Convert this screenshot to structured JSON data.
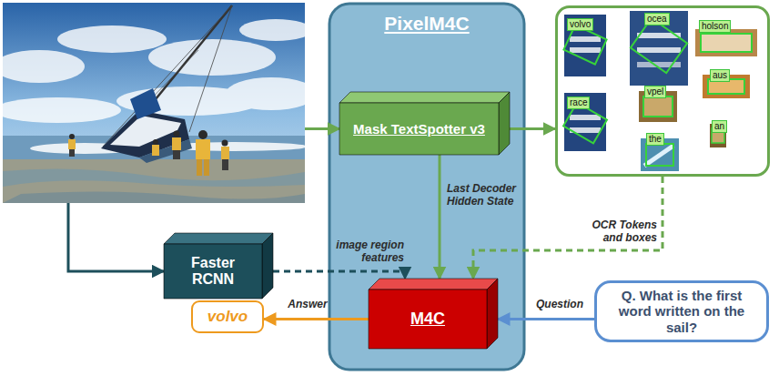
{
  "diagram": {
    "nodes": [
      {
        "text": []
      },
      {
        "text": [
          "PixelM4C"
        ]
      },
      {
        "text": [
          "Mask TextSpotter v3"
        ],
        "in": 1
      },
      {
        "text": [
          "volvo",
          "ocea",
          "holson",
          "aus",
          "race",
          "vpel",
          "the",
          "an"
        ]
      },
      {
        "text": [
          "Faster RCNN"
        ]
      },
      {
        "text": [
          "M4C"
        ],
        "in": 1
      },
      {
        "text": [
          "volvo"
        ]
      },
      {
        "text": [
          "Q. What is the first word written on the sail?"
        ]
      }
    ],
    "edges": [
      {
        "from": 0,
        "to": 2,
        "arrow": "to"
      },
      {
        "from": 2,
        "to": 3,
        "arrow": "to"
      },
      {
        "from": 0,
        "to": 4,
        "arrow": "to"
      },
      {
        "from": 4,
        "to": 5,
        "label": "image region features",
        "arrow": "to"
      },
      {
        "from": 2,
        "to": 5,
        "label": "Last Decoder Hidden State",
        "arrow": "to"
      },
      {
        "from": 3,
        "to": 5,
        "label": "OCR Tokens and boxes",
        "arrow": "to"
      },
      {
        "from": 7,
        "to": 5,
        "label": "Question",
        "arrow": "to"
      },
      {
        "from": 5,
        "to": 6,
        "label": "Answer",
        "arrow": "to"
      }
    ]
  }
}
